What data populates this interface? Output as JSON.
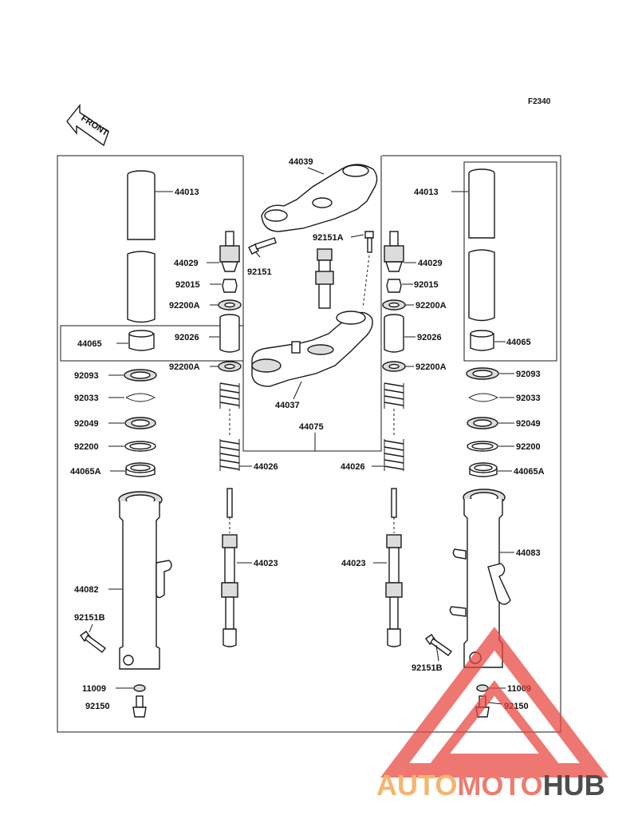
{
  "figure_code": "F2340",
  "front_label": "FRONT",
  "watermark": {
    "auto": "AUTO",
    "moto": "MOTO",
    "hub": "HUB",
    "color_auto": "#f5b56b",
    "color_moto": "#f07a6e",
    "color_hub": "#4d4d4d",
    "triangle_color": "#e8443c"
  },
  "labels": {
    "l_44013": "44013",
    "r_44013": "44013",
    "l_44065": "44065",
    "r_44065": "44065",
    "p_44039": "44039",
    "p_92151a": "92151A",
    "p_92151": "92151",
    "l_44029": "44029",
    "r_44029": "44029",
    "l_92015": "92015",
    "r_92015": "92015",
    "l_92200a_top": "92200A",
    "r_92200a_top": "92200A",
    "l_92026": "92026",
    "r_92026": "92026",
    "l_92200a_bot": "92200A",
    "r_92200a_bot": "92200A",
    "p_44037": "44037",
    "l_92093": "92093",
    "r_92093": "92093",
    "l_92033": "92033",
    "r_92033": "92033",
    "l_92049": "92049",
    "r_92049": "92049",
    "l_92200": "92200",
    "r_92200": "92200",
    "p_44075": "44075",
    "l_44065a": "44065A",
    "r_44065a": "44065A",
    "l_44026": "44026",
    "r_44026": "44026",
    "l_44023": "44023",
    "r_44023": "44023",
    "p_44082": "44082",
    "p_44083": "44083",
    "l_92151b": "92151B",
    "r_92151b": "92151B",
    "l_11009": "11009",
    "r_11009": "11009",
    "l_92150": "92150",
    "r_92150": "92150"
  }
}
